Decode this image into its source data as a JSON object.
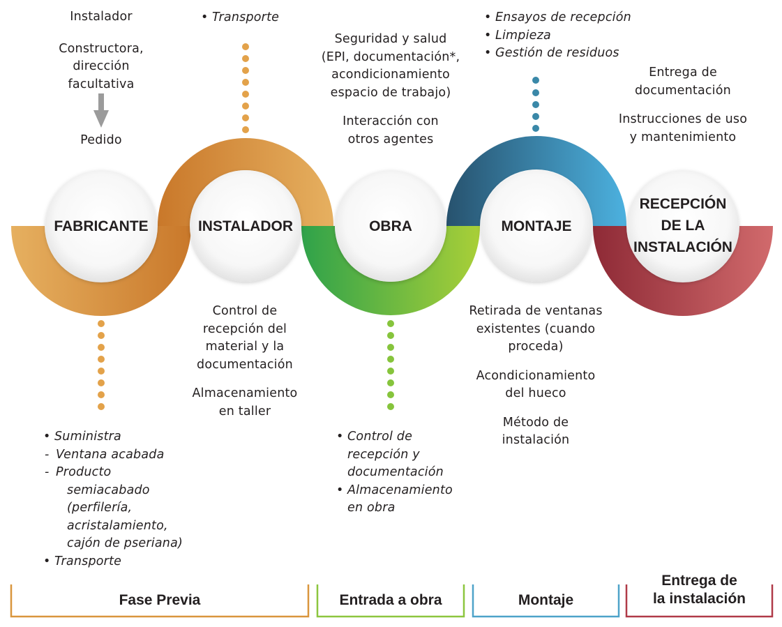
{
  "colors": {
    "orange": "#d9963d",
    "green": "#7bbf3a",
    "blue": "#3a8fb3",
    "red": "#b74049",
    "dot_orange": "#e3a24a",
    "dot_blue": "#3a88a8",
    "dot_green": "#86c43c",
    "arrow": "#9b9b9b"
  },
  "stages": [
    {
      "label": "FABRICANTE"
    },
    {
      "label": "INSTALADOR"
    },
    {
      "label": "OBRA"
    },
    {
      "label": "MONTAJE"
    },
    {
      "label": "RECEPCIÓN",
      "label2": "DE LA",
      "label3": "INSTALACIÓN"
    }
  ],
  "fabricante_top": {
    "line1": "Instalador",
    "line2": "Constructora,",
    "line3": "dirección",
    "line4": "facultativa",
    "arrow_icon": "down-arrow-icon",
    "line5": "Pedido"
  },
  "fabricante_bottom": {
    "item1": "Suministra",
    "sub1": "Ventana acabada",
    "sub2a": "Producto",
    "sub2b": "semiacabado",
    "sub2c": "(perfilería,",
    "sub2d": "acristalamiento,",
    "sub2e": "cajón de pseriana)",
    "item2": "Transporte"
  },
  "instalador_top": {
    "item1": "Transporte"
  },
  "instalador_bottom": {
    "line1": "Control de",
    "line2": "recepción del",
    "line3": "material y la",
    "line4": "documentación",
    "line5": "Almacenamiento",
    "line6": "en taller"
  },
  "obra_top": {
    "line1": "Seguridad y salud",
    "line2": "(EPI, documentación*,",
    "line3": "acondicionamiento",
    "line4": "espacio de trabajo)",
    "line5": "Interacción con",
    "line6": "otros agentes"
  },
  "obra_bottom": {
    "item1a": "Control de",
    "item1b": "recepción y",
    "item1c": "documentación",
    "item2a": "Almacenamiento",
    "item2b": "en obra"
  },
  "montaje_top": {
    "item1": "Ensayos de recepción",
    "item2": "Limpieza",
    "item3": "Gestión de residuos"
  },
  "montaje_bottom": {
    "line1": "Retirada de ventanas",
    "line2": "existentes (cuando",
    "line3": "proceda)",
    "line4": "Acondicionamiento",
    "line5": "del hueco",
    "line6": "Método de",
    "line7": "instalación"
  },
  "recepcion_top": {
    "line1": "Entrega de",
    "line2": "documentación",
    "line3": "Instrucciones de uso",
    "line4": "y mantenimiento"
  },
  "phases": [
    {
      "label": "Fase Previa",
      "color": "#d9963d"
    },
    {
      "label": "Entrada a obra",
      "color": "#8cc63f"
    },
    {
      "label": "Montaje",
      "color": "#4ea3c9"
    },
    {
      "label": "Entrega de",
      "label2": "la instalación",
      "color": "#b03a48"
    }
  ]
}
